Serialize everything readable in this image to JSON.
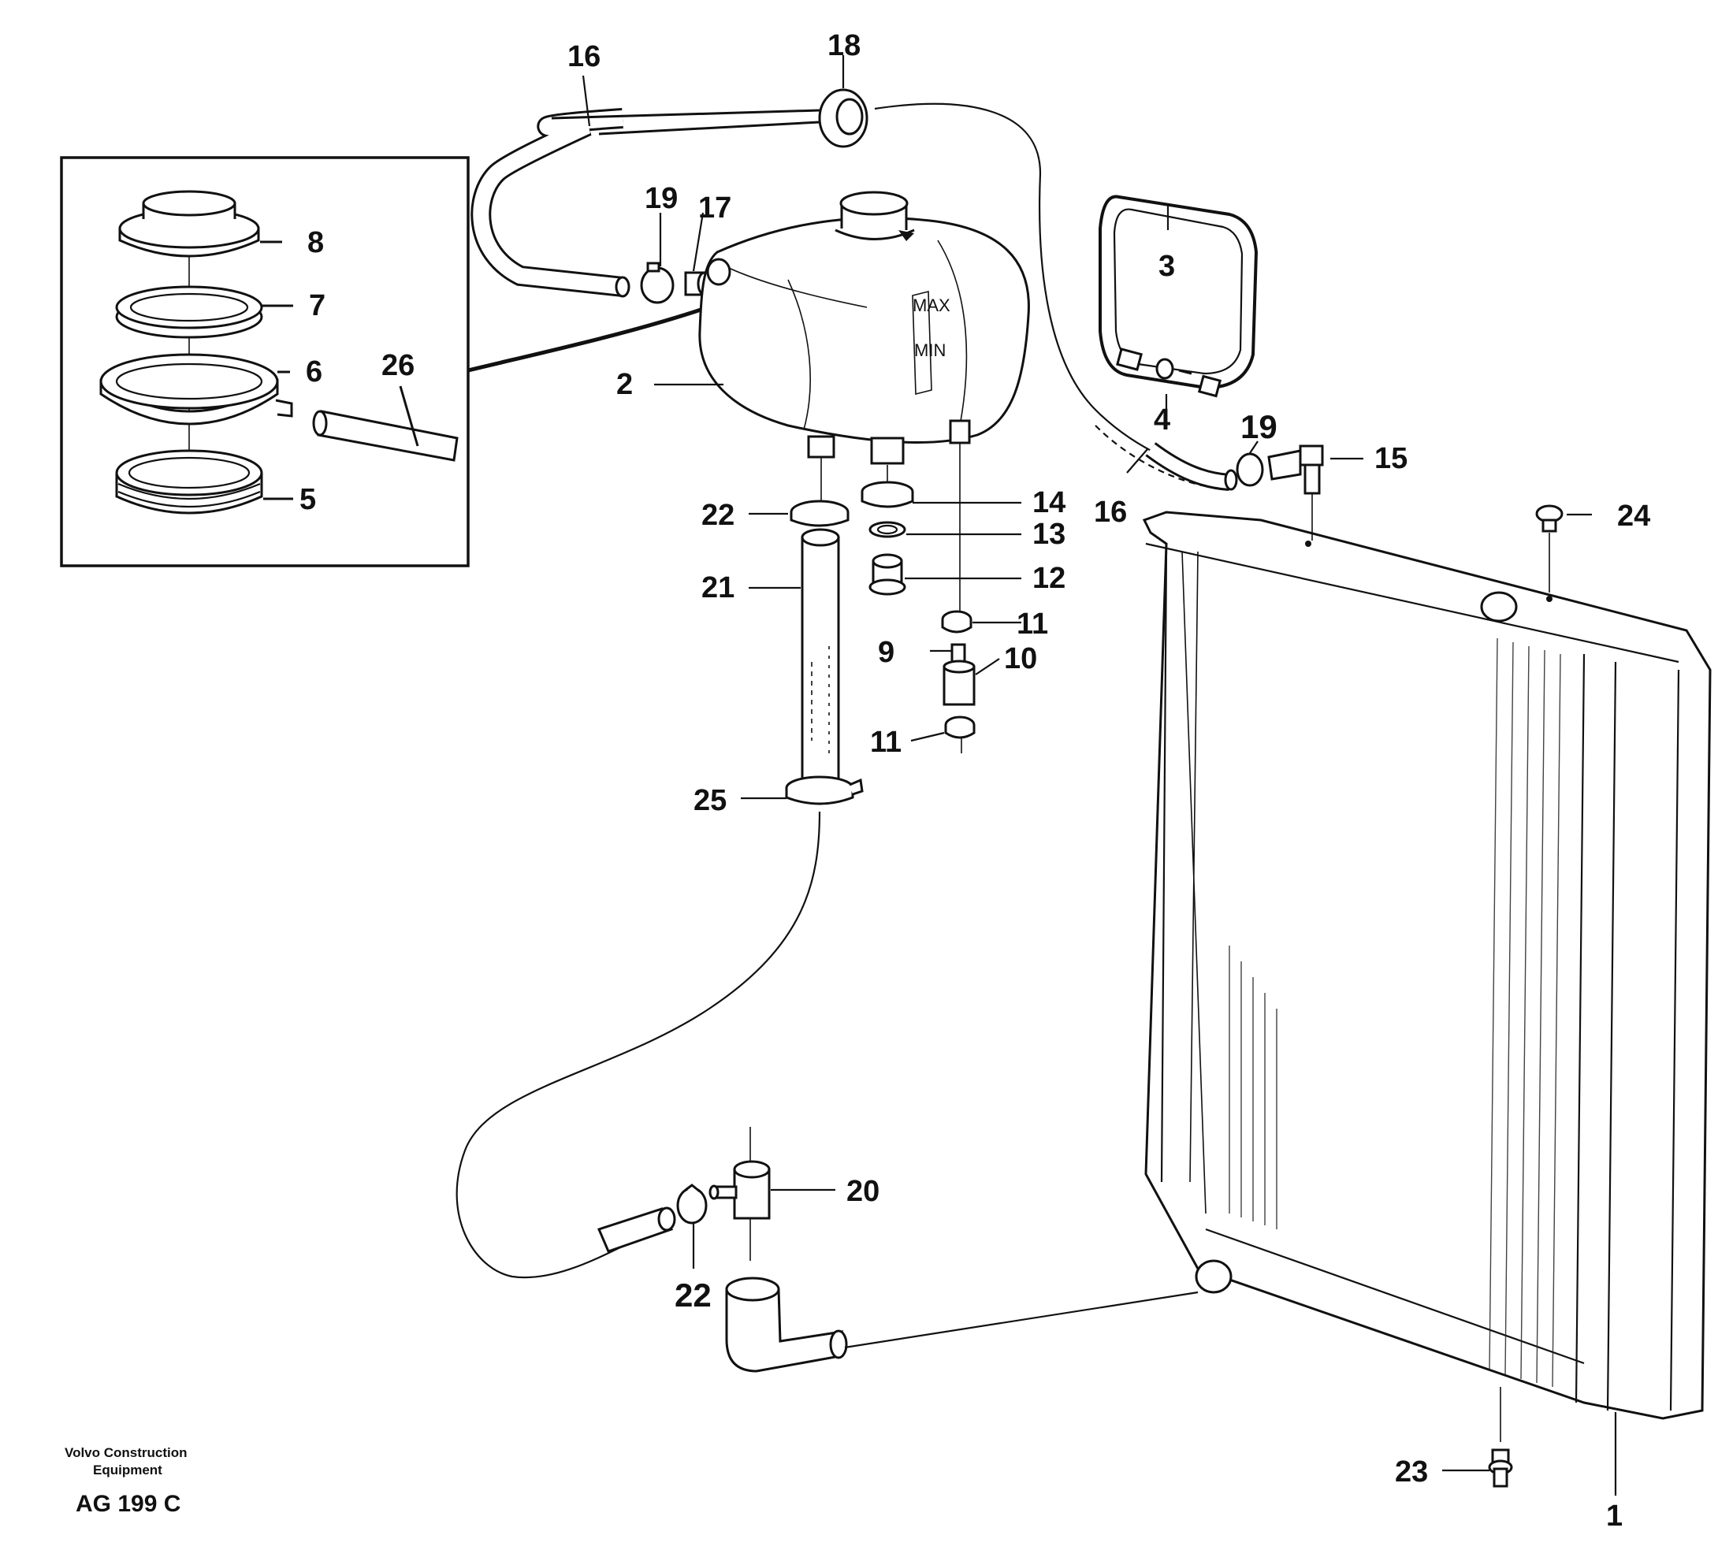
{
  "footer": {
    "company_line1": "Volvo Construction",
    "company_line2": "Equipment",
    "drawing_code": "AG 199 C"
  },
  "tank_markings": {
    "max": "MAX",
    "min": "MIN"
  },
  "callouts": {
    "c1": "1",
    "c2": "2",
    "c3": "3",
    "c4": "4",
    "c5": "5",
    "c6": "6",
    "c7": "7",
    "c8": "8",
    "c9": "9",
    "c10": "10",
    "c11a": "11",
    "c11b": "11",
    "c12": "12",
    "c13": "13",
    "c14": "14",
    "c15": "15",
    "c16a": "16",
    "c16b": "16",
    "c17": "17",
    "c18": "18",
    "c19a": "19",
    "c19b": "19",
    "c20": "20",
    "c21": "21",
    "c22a": "22",
    "c22b": "22",
    "c23": "23",
    "c24": "24",
    "c25": "25",
    "c26": "26"
  }
}
